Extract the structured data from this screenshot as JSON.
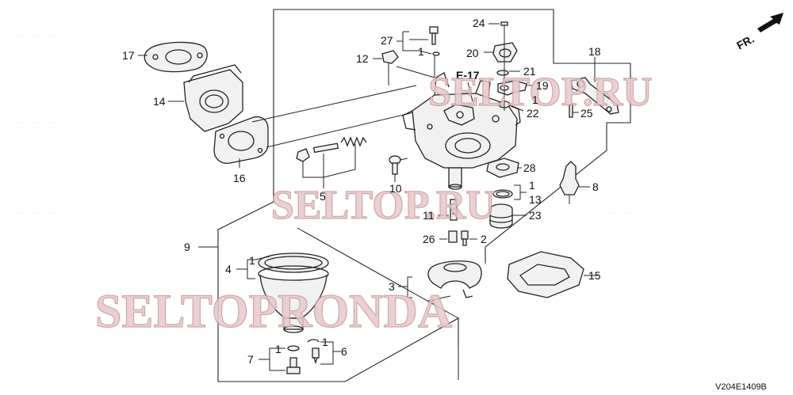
{
  "diagram": {
    "labels": {
      "p1a": "1",
      "p1b": "1",
      "p1c": "1",
      "p1d": "1",
      "p1e": "1",
      "p1f": "1",
      "p2": "2",
      "p3": "3",
      "p4": "4",
      "p5": "5",
      "p6": "6",
      "p7": "7",
      "p8": "8",
      "p9": "9",
      "p10": "10",
      "p11": "11",
      "p12": "12",
      "p13": "13",
      "p14": "14",
      "p15": "15",
      "p16": "16",
      "p17": "17",
      "p18": "18",
      "p19": "19",
      "p20": "20",
      "p21": "21",
      "p22": "22",
      "p23": "23",
      "p24": "24",
      "p25": "25",
      "p26": "26",
      "p27": "27",
      "p28": "28"
    },
    "ref_label": "E-17",
    "front_label": "FR.",
    "code": "V204E1409B"
  },
  "watermarks": {
    "top": "SELTOP.RU",
    "middle": "SELTOP.RU",
    "bottom": "SELTOPRONDA"
  },
  "colors": {
    "watermark": "#e7c8c8",
    "line": "#222222"
  }
}
